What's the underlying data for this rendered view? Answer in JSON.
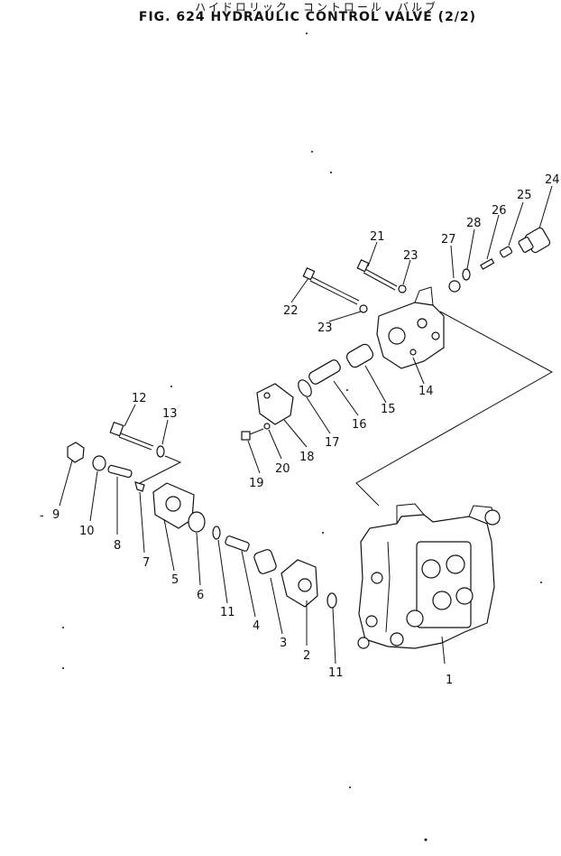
{
  "title": {
    "japanese": "ハイドロリック　コントロール　バルブ",
    "english": "FIG. 624  HYDRAULIC  CONTROL  VALVE  (2/2)"
  },
  "callouts": [
    "1",
    "2",
    "3",
    "4",
    "5",
    "6",
    "7",
    "8",
    "9",
    "10",
    "11",
    "11",
    "12",
    "13",
    "14",
    "15",
    "16",
    "17",
    "18",
    "19",
    "20",
    "21",
    "22",
    "23",
    "23",
    "24",
    "25",
    "26",
    "27",
    "28"
  ],
  "stray_mark": "-"
}
